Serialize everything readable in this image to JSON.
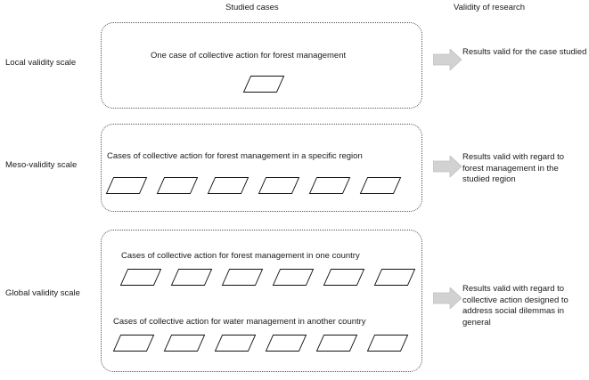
{
  "headers": {
    "studied_cases": "Studied cases",
    "validity_of_research": "Validity of research"
  },
  "rows": [
    {
      "scale_label": "Local validity scale",
      "caption_primary": "One case of collective action for forest management",
      "case_count": 1,
      "arrow_icon": "right-block-arrow-icon",
      "result": "Results valid for the case studied"
    },
    {
      "scale_label": "Meso-validity scale",
      "caption_primary": "Cases of collective action for forest management in a specific region",
      "case_count": 6,
      "arrow_icon": "right-block-arrow-icon",
      "result": "Results valid with regard to forest management in the studied region"
    },
    {
      "scale_label": "Global validity scale",
      "caption_primary": "Cases of collective action for forest management in one country",
      "caption_secondary": "Cases of collective action for water management in another country",
      "case_count": 6,
      "case_count_secondary": 6,
      "arrow_icon": "right-block-arrow-icon",
      "result": "Results valid with regard to collective action designed to address social dilemmas in general"
    }
  ],
  "colors": {
    "background": "#ffffff",
    "text": "#1a1a1a",
    "box_border": "#555555",
    "case_outline": "#111111",
    "arrow_fill": "#d2d2d2"
  }
}
